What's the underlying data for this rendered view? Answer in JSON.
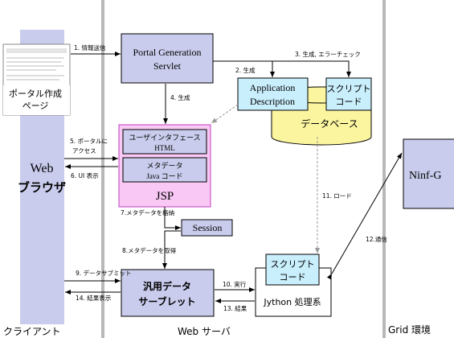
{
  "lanes": {
    "client": "クライアント",
    "server": "Web サーバ",
    "grid": "Grid 環境"
  },
  "browser": {
    "line1": "Web",
    "line2": "ブラウザ"
  },
  "portal_page": {
    "line1": "ポータル作成",
    "line2": "ページ"
  },
  "servlet": {
    "line1": "Portal Generation",
    "line2": "Servlet"
  },
  "app_desc": {
    "line1": "Application",
    "line2": "Description"
  },
  "script_top": {
    "line1": "スクリプト",
    "line2": "コード"
  },
  "database": "データベース",
  "jsp": {
    "title": "JSP",
    "ui_line1": "ユーザインタフェース",
    "ui_line2": "HTML",
    "meta_line1": "メタデータ",
    "meta_line2": "Java コード"
  },
  "session": "Session",
  "servlet_generic": {
    "line1": "汎用データ",
    "line2": "サーブレット"
  },
  "jython": {
    "script_line1": "スクリプト",
    "script_line2": "コード",
    "label": "Jython 処理系"
  },
  "ninf": "Ninf-G",
  "labels": {
    "s1": "1. 情報送信",
    "s2": "2. 生成",
    "s3": "3. 生成, エラーチェック",
    "s4": "4. 生成",
    "s5a": "5. ポータルに",
    "s5b": "アクセス",
    "s6": "6. UI 表示",
    "s7": "7.メタデータを格納",
    "s8": "8.メタデータを取得",
    "s9": "9. データサブミット",
    "s10": "10. 実行",
    "s11": "11. ロード",
    "s12": "12.通信",
    "s13": "13. 結果",
    "s14": "14. 結果表示"
  }
}
